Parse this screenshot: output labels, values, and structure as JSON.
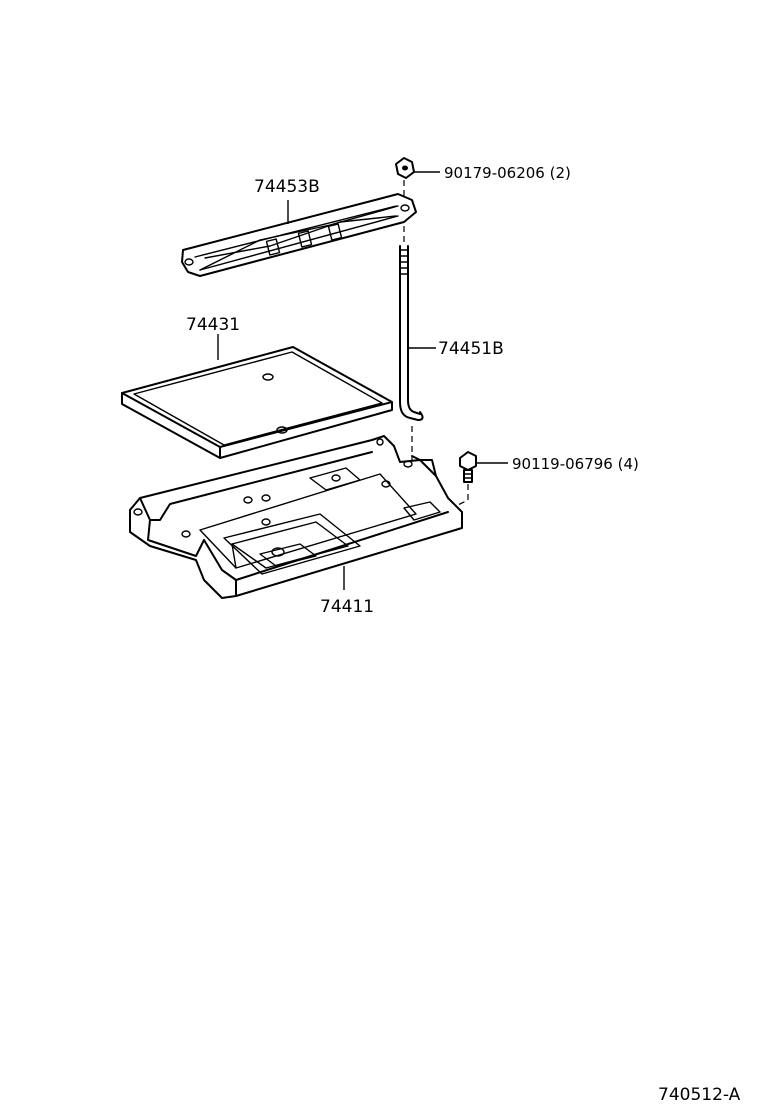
{
  "parts": {
    "hold_down_clamp": "74453B",
    "tray_insulator": "74431",
    "hold_down_bolt": "74451B",
    "battery_carrier": "74411",
    "nut": "90179-06206 (2)",
    "bolt": "90119-06796 (4)"
  },
  "diagram_id": "740512-A"
}
